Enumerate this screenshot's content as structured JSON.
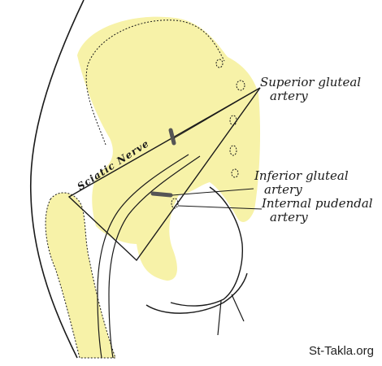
{
  "labels": {
    "superior_gluteal": [
      "Superior gluteal",
      "artery"
    ],
    "inferior_gluteal": [
      "Inferior gluteal",
      "artery"
    ],
    "internal_pudendal": [
      "Internal pudendal",
      "artery"
    ],
    "sciatic_nerve": "Sciatic Nerve"
  },
  "watermark": "St-Takla.org",
  "colors": {
    "bone": "#f7f2a8",
    "line": "#1a1a1a",
    "artery": "#555555"
  }
}
